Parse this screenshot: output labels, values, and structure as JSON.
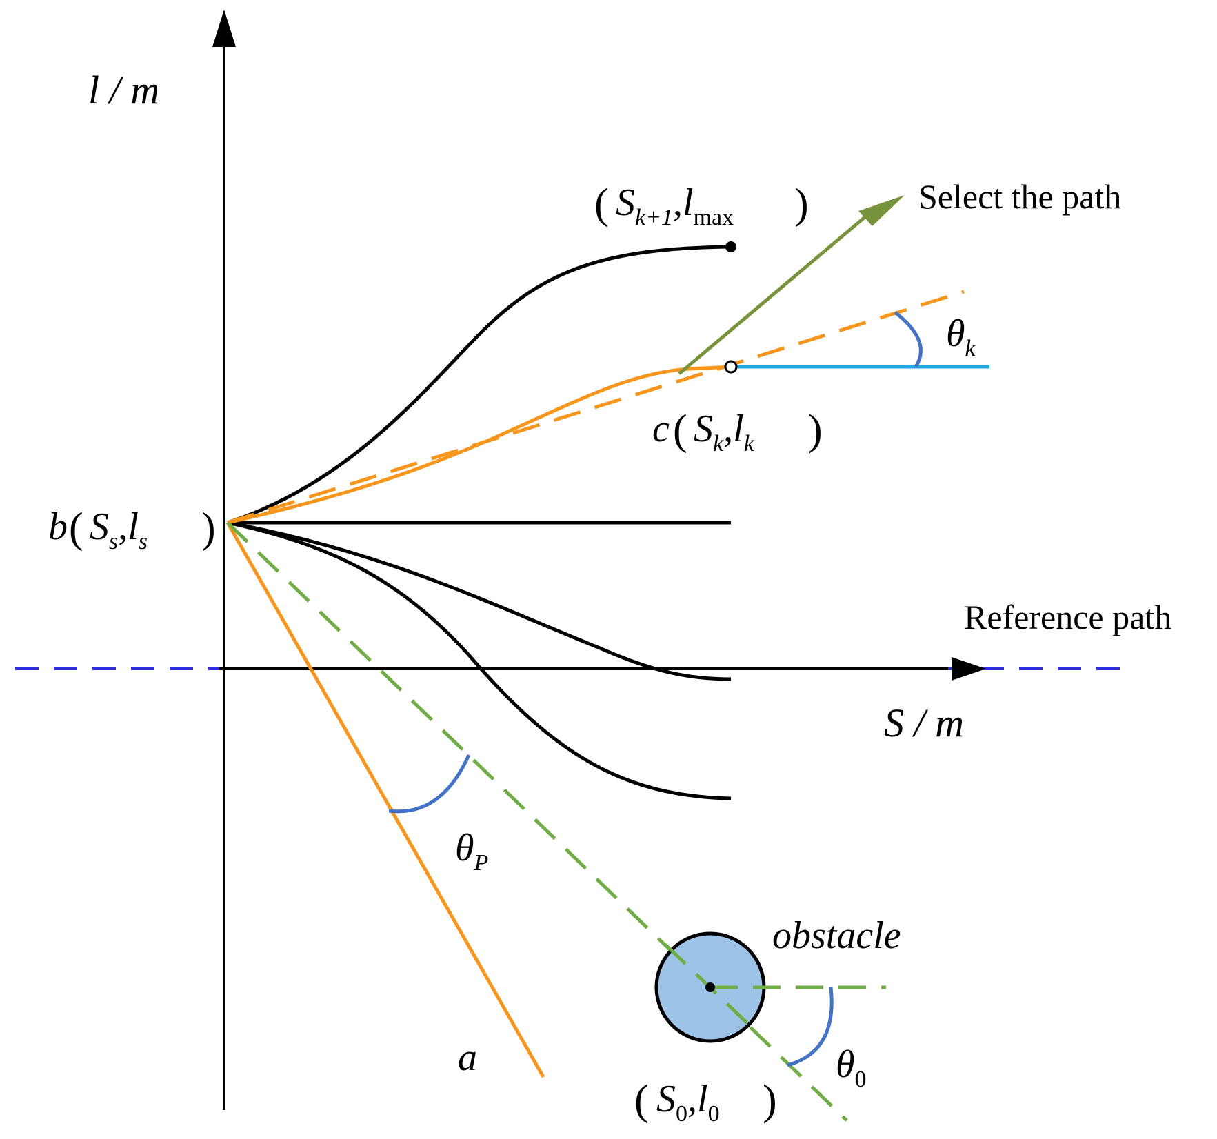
{
  "axes": {
    "y_label": "l / m",
    "x_label": "S / m"
  },
  "labels": {
    "select_path": "Select the path",
    "reference_path": "Reference path",
    "obstacle": "obstacle",
    "line_a": "a",
    "point_b": {
      "name": "b",
      "s": "S",
      "s_sub": "s",
      "l": "l",
      "l_sub": "s"
    },
    "point_c": {
      "name": "c",
      "s": "S",
      "s_sub": "k",
      "l": "l",
      "l_sub": "k"
    },
    "point_max": {
      "s": "S",
      "s_sub": "k+1",
      "l": "l",
      "l_sub": "max"
    },
    "point_obstacle": {
      "s": "S",
      "s_sub": "0",
      "l": "l",
      "l_sub": "0"
    },
    "angle_k": {
      "symbol": "θ",
      "sub": "k"
    },
    "angle_p": {
      "symbol": "θ",
      "sub": "P"
    },
    "angle_0": {
      "symbol": "θ",
      "sub": "0"
    }
  },
  "colors": {
    "axis": "#000000",
    "candidate_path": "#000000",
    "selected_path": "#F7961C",
    "select_arrow": "#77933C",
    "heading_line": "#1FA9E1",
    "reference_path": "#2E2EE0",
    "obstacle_fill": "#9DC3E6",
    "angle_arc": "#4472C4",
    "dashed_green": "#70AD47"
  }
}
